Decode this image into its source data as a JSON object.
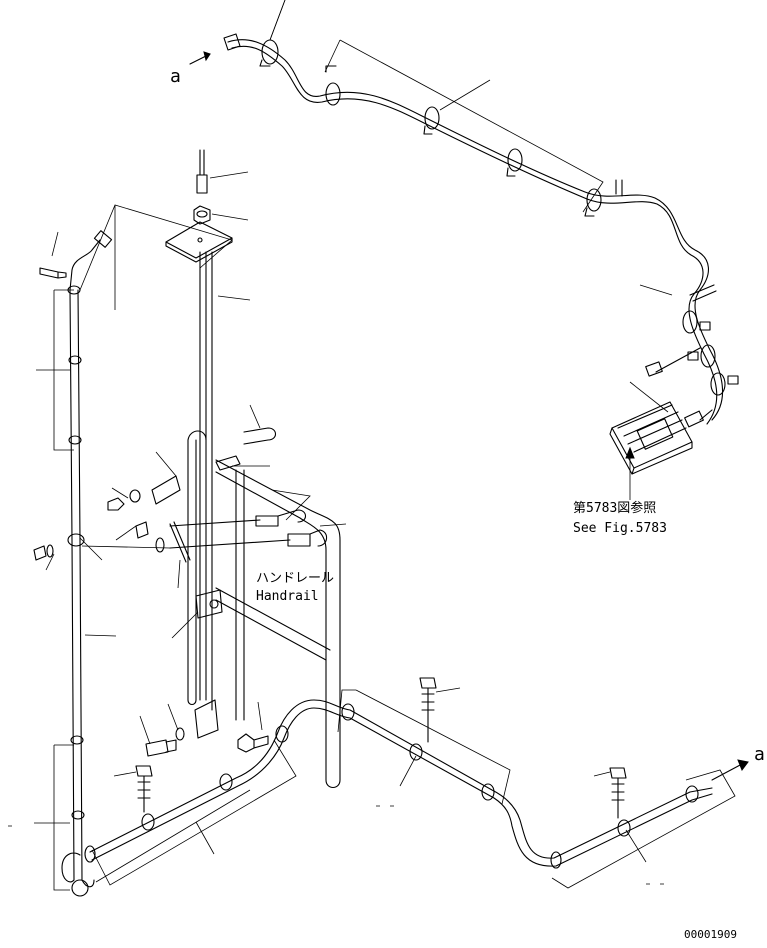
{
  "labels": {
    "arrow_a_left": "a",
    "arrow_a_right": "a",
    "see_fig_jp": "第5783図参照",
    "see_fig_en": "See Fig.5783",
    "handrail_jp": "ハンドレール",
    "handrail_en": "Handrail",
    "drawing_number": "00001909"
  },
  "icons": {
    "flow_arrow": "arrow-right-icon"
  },
  "colors": {
    "line": "#000000",
    "background": "#ffffff"
  }
}
